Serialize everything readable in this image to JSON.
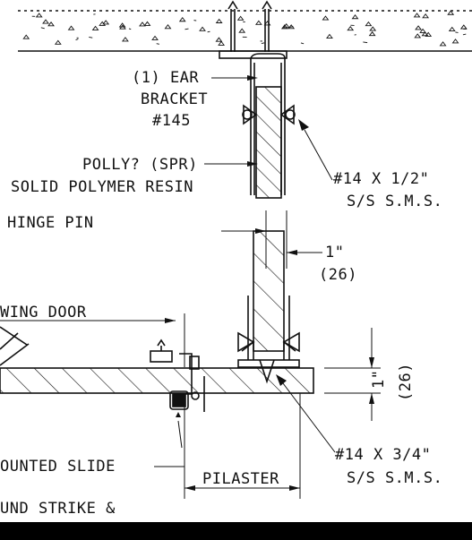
{
  "labels": {
    "ear_bracket_1": "(1) EAR",
    "ear_bracket_2": "BRACKET",
    "ear_bracket_3": "#145",
    "material_1": "POLLY? (SPR)",
    "material_2": "SOLID POLYMER RESIN",
    "screw_top_1": "#14 X 1/2\"",
    "screw_top_2": "S/S S.M.S.",
    "hinge_pin": "HINGE PIN",
    "thickness_in": "1\"",
    "thickness_mm": "(26)",
    "swing_door": "WING DOOR",
    "depth_in": "1\"",
    "depth_mm": "(26)",
    "screw_bottom_1": "#14 X 3/4\"",
    "screw_bottom_2": "S/S S.M.S.",
    "mounted_slide": "OUNTED SLIDE",
    "pilaster": "PILASTER",
    "strike": "UND STRIKE &"
  }
}
